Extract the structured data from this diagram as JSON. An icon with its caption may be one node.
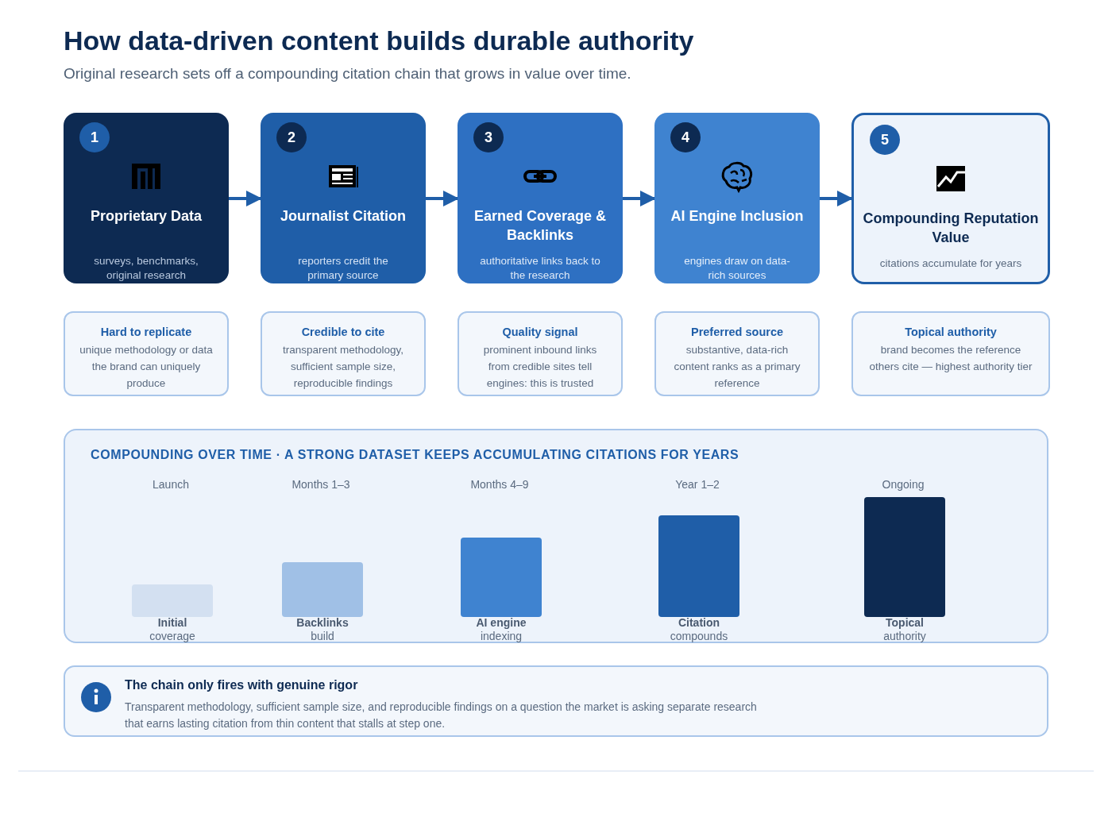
{
  "diagram": {
    "title": "How data-driven content builds durable authority",
    "nodes": [
      {
        "text": [
          "1",
          "Proprietary Data",
          "surveys, benchmarks, original research"
        ]
      },
      {
        "text": [
          "2",
          "Journalist Citation",
          "reporters credit the primary source"
        ]
      },
      {
        "text": [
          "3",
          "Earned Coverage & Backlinks",
          "authoritative links back to the research"
        ]
      },
      {
        "text": [
          "4",
          "AI Engine Inclusion",
          "engines draw on data-rich sources"
        ]
      },
      {
        "text": [
          "5",
          "Compounding Reputation Value",
          "citations accumulate for years"
        ]
      },
      {
        "text": [
          "Hard to replicate",
          "unique methodology or data the brand can uniquely produce"
        ]
      },
      {
        "text": [
          "Credible to cite",
          "transparent methodology, sufficient sample size, reproducible findings"
        ]
      },
      {
        "text": [
          "Quality signal",
          "prominent inbound links from credible sites tell engines: this is trusted"
        ]
      },
      {
        "text": [
          "Preferred source",
          "substantive, data-rich content ranks as a primary reference"
        ]
      },
      {
        "text": [
          "Topical authority",
          "brand becomes the reference others cite — highest authority tier"
        ]
      },
      {
        "text": [
          "COMPOUNDING OVER TIME · A STRONG DATASET KEEPS ACCUMULATING CITATIONS FOR YEARS"
        ]
      },
      {
        "text": [],
        "shape": "bar",
        "in": 10,
        "beside": [
          "**Initial** coverage"
        ]
      },
      {
        "text": [],
        "shape": "bar",
        "in": 10,
        "beside": [
          "**Backlinks** build"
        ]
      },
      {
        "text": [],
        "shape": "bar",
        "in": 10,
        "beside": [
          "**AI engine** indexing"
        ]
      },
      {
        "text": [],
        "shape": "bar",
        "in": 10,
        "beside": [
          "**Citation** compounds"
        ]
      },
      {
        "text": [],
        "shape": "bar",
        "in": 10,
        "beside": [
          "**Topical** authority"
        ]
      },
      {
        "text": [
          "The chain only fires with genuine rigor",
          "Transparent methodology, sufficient sample size, and reproducible findings on a question the market is asking separate research that earns lasting citation from thin content that stalls at step one."
        ]
      }
    ],
    "edges": [
      {
        "from": 0,
        "to": 1,
        "arrow": "to"
      },
      {
        "from": 1,
        "to": 2,
        "arrow": "to"
      },
      {
        "from": 2,
        "to": 3,
        "arrow": "to"
      },
      {
        "from": 3,
        "to": 4,
        "arrow": "to"
      }
    ],
    "labels": [
      "Original research sets off a compounding citation chain that grows in value over time.",
      "Launch",
      "Months 1–3",
      "Months 4–9",
      "Year 1–2",
      "Ongoing"
    ]
  }
}
